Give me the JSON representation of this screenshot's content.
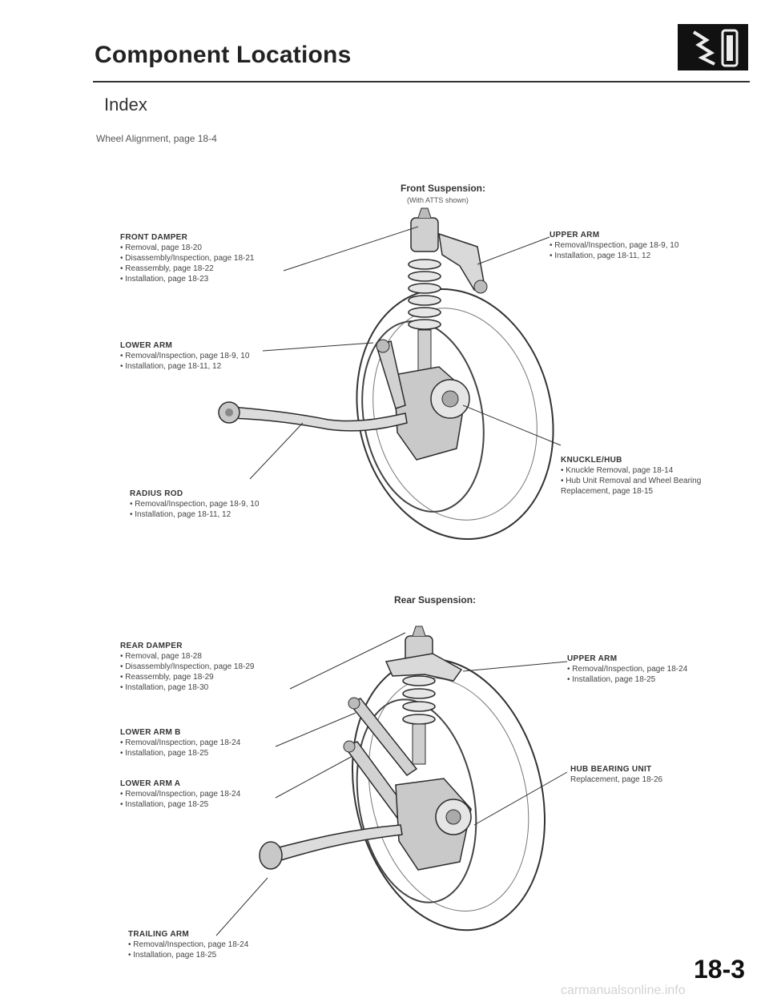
{
  "header": {
    "title": "Component Locations",
    "index_heading": "Index",
    "wheel_alignment": "Wheel Alignment, page 18-4",
    "icon": "suspension-section-icon"
  },
  "front": {
    "title": "Front Suspension:",
    "subtitle": "(With ATTS shown)",
    "front_damper": {
      "name": "FRONT DAMPER",
      "items": [
        "Removal, page 18-20",
        "Disassembly/Inspection, page 18-21",
        "Reassembly, page 18-22",
        "Installation, page 18-23"
      ]
    },
    "upper_arm": {
      "name": "UPPER ARM",
      "items": [
        "Removal/Inspection, page 18-9, 10",
        "Installation, page 18-11, 12"
      ]
    },
    "lower_arm": {
      "name": "LOWER ARM",
      "items": [
        "Removal/Inspection, page 18-9, 10",
        "Installation, page 18-11, 12"
      ]
    },
    "knuckle_hub": {
      "name": "KNUCKLE/HUB",
      "items": [
        "Knuckle Removal, page 18-14",
        "Hub Unit Removal and Wheel Bearing Replacement, page 18-15"
      ]
    },
    "radius_rod": {
      "name": "RADIUS ROD",
      "items": [
        "Removal/Inspection, page 18-9, 10",
        "Installation, page 18-11, 12"
      ]
    }
  },
  "rear": {
    "title": "Rear Suspension:",
    "rear_damper": {
      "name": "REAR DAMPER",
      "items": [
        "Removal, page 18-28",
        "Disassembly/Inspection, page 18-29",
        "Reassembly, page 18-29",
        "Installation, page 18-30"
      ]
    },
    "upper_arm": {
      "name": "UPPER ARM",
      "items": [
        "Removal/Inspection, page 18-24",
        "Installation, page 18-25"
      ]
    },
    "lower_arm_b": {
      "name": "LOWER ARM B",
      "items": [
        "Removal/Inspection, page 18-24",
        "Installation, page 18-25"
      ]
    },
    "hub_bearing_unit": {
      "name": "HUB BEARING UNIT",
      "items": [
        "Replacement, page 18-26"
      ]
    },
    "lower_arm_a": {
      "name": "LOWER ARM A",
      "items": [
        "Removal/Inspection, page 18-24",
        "Installation, page 18-25"
      ]
    },
    "trailing_arm": {
      "name": "TRAILING ARM",
      "items": [
        "Removal/Inspection, page 18-24",
        "Installation, page 18-25"
      ]
    }
  },
  "footer": {
    "page_number": "18-3",
    "watermark": "carmanualsonline.info"
  }
}
